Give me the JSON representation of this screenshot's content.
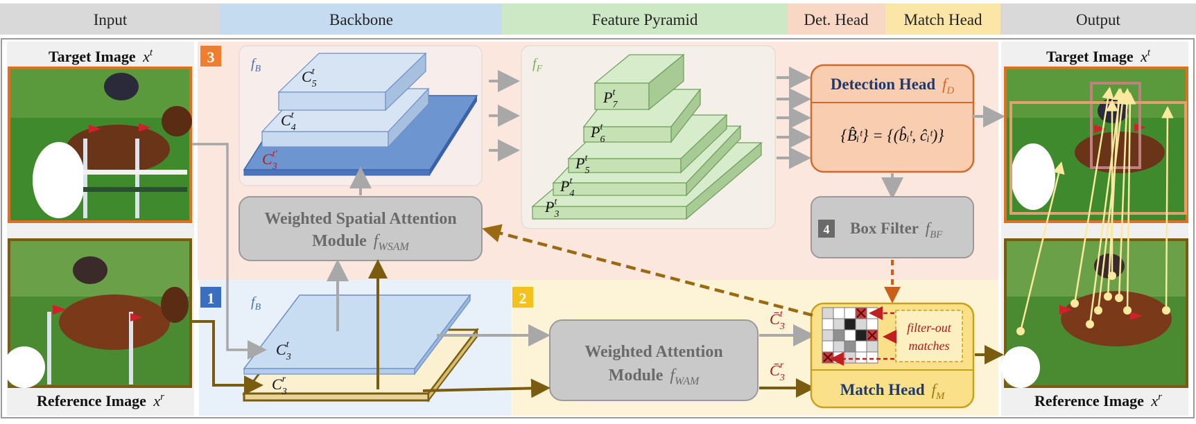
{
  "header": {
    "input": "Input",
    "backbone": "Backbone",
    "feature_pyramid": "Feature Pyramid",
    "det_head": "Det. Head",
    "match_head": "Match Head",
    "output": "Output"
  },
  "colors": {
    "header_gray": "#d9d9d9",
    "backbone_blue": "#c5dcf0",
    "pyramid_green": "#cde8c4",
    "det_peach": "#f8d8c4",
    "match_yellow": "#fbe6a8",
    "gold_arrow": "#7a5c10",
    "step1": "#3a6ec0",
    "step2": "#f5c11c",
    "step3": "#ef7f2e",
    "step4": "#7a7a7a"
  },
  "left": {
    "target_image_label": "Target Image",
    "target_image_var": "x",
    "target_image_sup": "t",
    "reference_image_label": "Reference Image",
    "reference_image_var": "x",
    "reference_image_sup": "r"
  },
  "right": {
    "target_image_label": "Target Image",
    "target_image_var": "x",
    "target_image_sup": "t",
    "reference_image_label": "Reference Image",
    "reference_image_var": "x",
    "reference_image_sup": "r"
  },
  "steps": {
    "s1": "1",
    "s2": "2",
    "s3": "3",
    "s4": "4"
  },
  "backbone": {
    "fb_var": "f",
    "fb_sub": "B",
    "c5": "C",
    "c5_sub": "5",
    "c5_sup": "t",
    "c4": "C",
    "c4_sub": "4",
    "c4_sup": "t",
    "c3p": "C",
    "c3p_sub": "3",
    "c3p_sup": "t′",
    "c3t": "C",
    "c3t_sub": "3",
    "c3t_sup": "t",
    "c3r": "C",
    "c3r_sub": "3",
    "c3r_sup": "r"
  },
  "pyramid": {
    "ff_var": "f",
    "ff_sub": "F",
    "levels": [
      {
        "name": "P",
        "sub": "7",
        "sup": "t"
      },
      {
        "name": "P",
        "sub": "6",
        "sup": "t"
      },
      {
        "name": "P",
        "sub": "5",
        "sup": "t"
      },
      {
        "name": "P",
        "sub": "4",
        "sup": "t"
      },
      {
        "name": "P",
        "sub": "3",
        "sup": "t"
      }
    ]
  },
  "wsam": {
    "line1": "Weighted Spatial Attention",
    "line2": "Module",
    "var": "f",
    "sub": "WSAM"
  },
  "wam": {
    "line1": "Weighted Attention",
    "line2": "Module",
    "var": "f",
    "sub": "WAM"
  },
  "detection_head": {
    "title": "Detection Head",
    "var": "f",
    "sub": "D",
    "formula": "{B̂ᵢᵗ} = {(b̂ᵢᵗ, ĉᵢᵗ)}"
  },
  "box_filter": {
    "title": "Box Filter",
    "var": "f",
    "sub": "BF"
  },
  "match_head": {
    "title": "Match Head",
    "var": "f",
    "sub": "M",
    "filter_line1": "filter-out",
    "filter_line2": "matches",
    "c3bar_t": "C̄",
    "c3bar_t_sub": "3",
    "c3bar_t_sup": "t",
    "c3bar_r": "C̄",
    "c3bar_r_sub": "3",
    "c3bar_r_sup": "r"
  }
}
